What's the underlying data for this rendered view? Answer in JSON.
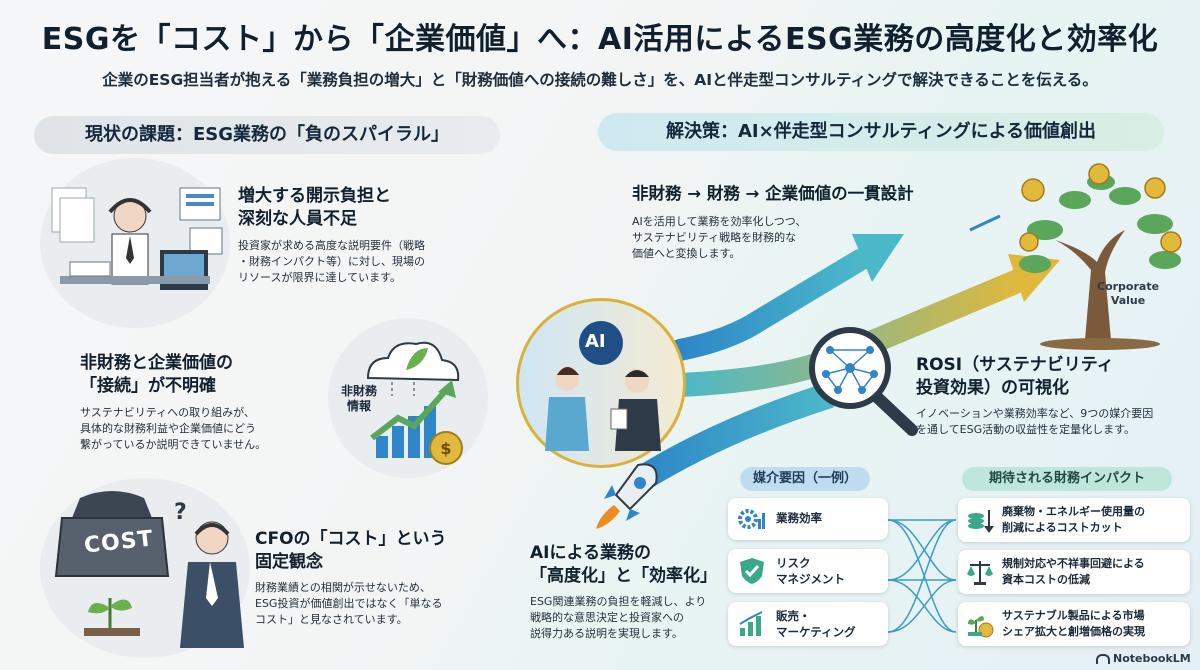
{
  "header": {
    "title": "ESGを「コスト」から「企業価値」へ：AI活用によるESG業務の高度化と効率化",
    "subtitle": "企業のESG担当者が抱える「業務負担の増大」と「財務価値への接続の難しさ」を、AIと伴走型コンサルティングで解決できることを伝える。"
  },
  "left": {
    "section_title": "現状の課題：ESG業務の「負のスパイラル」",
    "issues": [
      {
        "title_l1": "増大する開示負担と",
        "title_l2": "深刻な人員不足",
        "desc_l1": "投資家が求める高度な説明要件（戦略",
        "desc_l2": "・財務インパクト等）に対し、現場の",
        "desc_l3": "リソースが限界に達しています。"
      },
      {
        "title_l1": "非財務と企業価値の",
        "title_l2": "「接続」が不明確",
        "desc_l1": "サステナビリティへの取り組みが、",
        "desc_l2": "具体的な財務利益や企業価値にどう",
        "desc_l3": "繋がっているか説明できていません。",
        "illus_label_l1": "非財務",
        "illus_label_l2": "情報"
      },
      {
        "title_l1": "CFOの「コスト」という",
        "title_l2": "固定観念",
        "desc_l1": "財務業績との相関が示せないため、",
        "desc_l2": "ESG投資が価値創出ではなく「単なる",
        "desc_l3": "コスト」と見なされています。",
        "weight_label": "COST",
        "question_mark": "?"
      }
    ]
  },
  "right": {
    "section_title": "解決策：AI×伴走型コンサルティングによる価値創出",
    "design": {
      "title": "非財務 → 財務 → 企業価値の一貫設計",
      "desc_l1": "AIを活用して業務を効率化しつつ、",
      "desc_l2": "サステナビリティ戦略を財務的な",
      "desc_l3": "価値へと変換します。"
    },
    "ai_badge": "AI",
    "tree_label_l1": "Corporate",
    "tree_label_l2": "Value",
    "rosi": {
      "title_l1": "ROSI（サステナビリティ",
      "title_l2": "投資効果）の可視化",
      "desc_l1": "イノベーションや業務効率など、9つの媒介要因",
      "desc_l2": "を通してESG活動の収益性を定量化します。"
    },
    "ai_work": {
      "title_l1": "AIによる業務の",
      "title_l2": "「高度化」と「効率化」",
      "desc_l1": "ESG関連業務の負担を軽減し、より",
      "desc_l2": "戦略的な意思決定と投資家への",
      "desc_l3": "説得力ある説明を実現します。"
    },
    "mediators_title": "媒介要因（一例）",
    "mediators": [
      {
        "icon": "gear-chart-icon",
        "label_l1": "業務効率",
        "label_l2": ""
      },
      {
        "icon": "shield-check-icon",
        "label_l1": "リスク",
        "label_l2": "マネジメント"
      },
      {
        "icon": "bar-chart-icon",
        "label_l1": "販売・",
        "label_l2": "マーケティング"
      }
    ],
    "impacts_title": "期待される財務インパクト",
    "impacts": [
      {
        "icon": "coins-down-icon",
        "label_l1": "廃棄物・エネルギー使用量の",
        "label_l2": "削減によるコストカット"
      },
      {
        "icon": "scale-icon",
        "label_l1": "規制対応や不祥事回避による",
        "label_l2": "資本コストの低減"
      },
      {
        "icon": "plant-money-icon",
        "label_l1": "サステナブル製品による市場",
        "label_l2": "シェア拡大と創増価格の実現"
      }
    ]
  },
  "footer": {
    "brand": "NotebookLM"
  },
  "colors": {
    "blue_arrow": "#2e86c8",
    "gold_arrow": "#d9b23a",
    "tree_green": "#5aa65a"
  }
}
